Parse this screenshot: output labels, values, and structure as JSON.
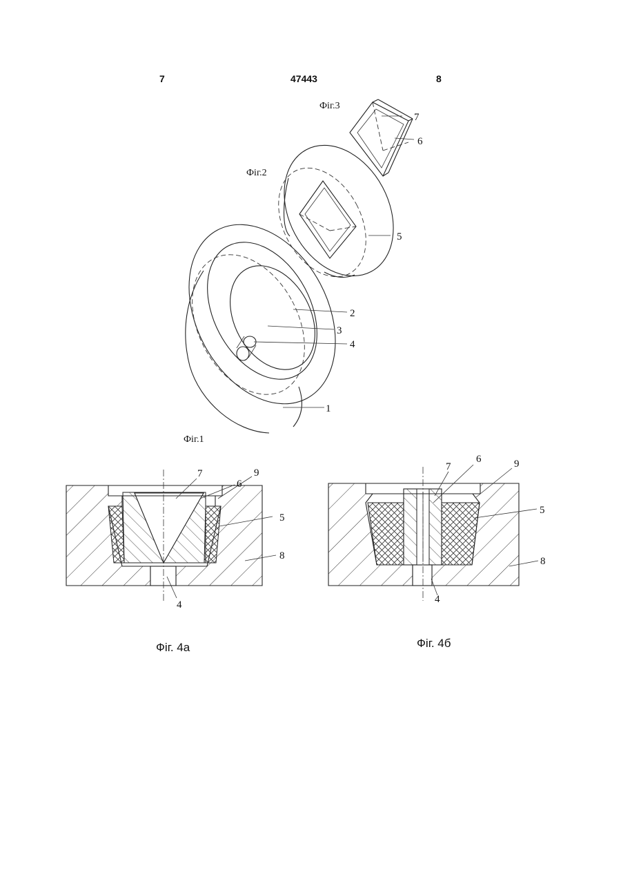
{
  "header": {
    "page_left": "7",
    "patent_number": "47443",
    "page_right": "8"
  },
  "figures": {
    "fig1": "Фіг.1",
    "fig2": "Фіг.2",
    "fig3": "Фіг.3",
    "fig4a": "Фіг. 4а",
    "fig4b": "Фіг. 4б"
  },
  "labels": {
    "n1": "1",
    "n2": "2",
    "n3": "3",
    "n4": "4",
    "n5": "5",
    "n6": "6",
    "n7": "7",
    "n8": "8",
    "n9": "9"
  }
}
